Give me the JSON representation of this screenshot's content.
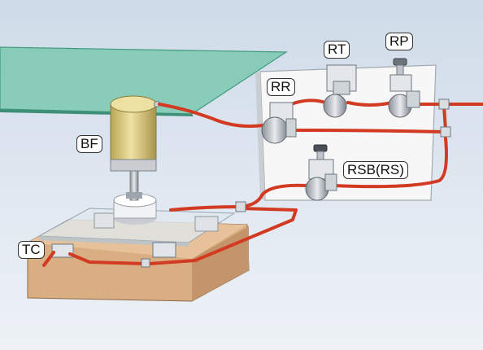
{
  "labels": {
    "bf": "BF",
    "rt": "RT",
    "rp": "RP",
    "rr": "RR",
    "rsb": "RSB(RS)",
    "tc": "TC"
  },
  "colors": {
    "background": "#dde6f1",
    "glass_table": "#6fc4a8",
    "piping": "#d23a22",
    "panel": "#f7f7f7",
    "cylinder": "#d9c77a",
    "base_block": "#d9ae82"
  }
}
